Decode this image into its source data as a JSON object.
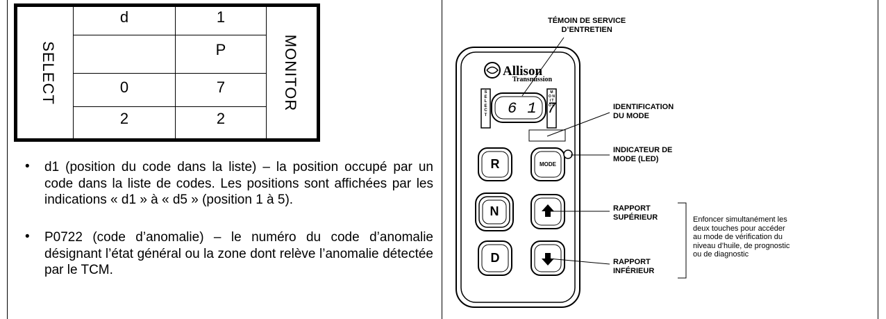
{
  "code_table": {
    "select_label": "SELECT",
    "monitor_label": "MONITOR",
    "rows": [
      {
        "col1": "d",
        "col2": "1"
      },
      {
        "col1": "",
        "col2": "P"
      },
      {
        "col1": "0",
        "col2": "7"
      },
      {
        "col1": "2",
        "col2": "2"
      }
    ]
  },
  "bullets": [
    "d1 (position du code dans la liste) – la position occupé par un code dans la liste de codes. Les positions sont affichées par les indications « d1 » à « d5 » (position 1 à 5).",
    "P0722 (code d’anomalie) – le numéro du code d’anomalie désignant l’état général ou la zone dont relève l’anomalie détectée par le TCM."
  ],
  "bullet_symbol": "•",
  "diagram": {
    "brand_name": "Allison",
    "brand_sub": "Transmission",
    "display_text": "6 1 7",
    "select_side": "S E L E C T",
    "monitor_side": "M O N I T O R",
    "buttons": {
      "r": "R",
      "mode": "MODE",
      "n": "N",
      "d": "D"
    },
    "callouts": {
      "service": [
        "TÉMOIN DE SERVICE",
        "D’ENTRETIEN"
      ],
      "mode_id": [
        "IDENTIFICATION",
        "DU MODE"
      ],
      "mode_led": [
        "INDICATEUR DE",
        "MODE (LED)"
      ],
      "up": [
        "RAPPORT",
        "SUPÉRIEUR"
      ],
      "down": [
        "RAPPORT",
        "INFÉRIEUR"
      ]
    },
    "note": [
      "Enfoncer simultanément les",
      "deux touches pour accéder",
      "au mode de vérification du",
      "niveau d’huile, de prognostic",
      "ou de diagnostic"
    ]
  }
}
